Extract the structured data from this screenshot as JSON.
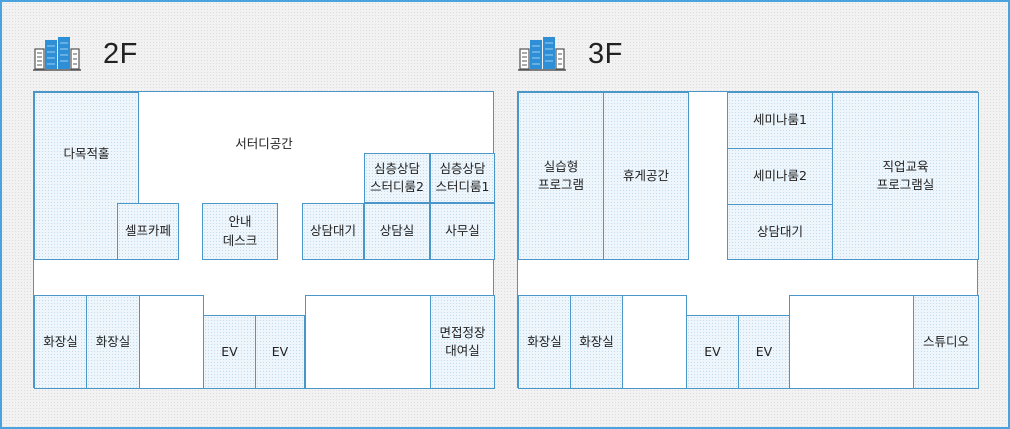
{
  "floors": [
    {
      "title": "2F",
      "icon": "building-icon",
      "rooms": {
        "damok": "다목적홀",
        "study_space": "서터디공간",
        "self_cafe": "셀프카페",
        "info_desk": "안내\n데스크",
        "waiting": "상담대기",
        "deep_room2": "심층상담\n스터디룸2",
        "deep_room1": "심층상담\n스터디룸1",
        "consult": "상담실",
        "office": "사무실",
        "restroom_a": "화장실",
        "restroom_b": "화장실",
        "ev1": "EV",
        "ev2": "EV",
        "suit_rental": "면접정장\n대여실"
      }
    },
    {
      "title": "3F",
      "icon": "building-icon",
      "rooms": {
        "practice": "실습형\n프로그램",
        "lounge": "휴게공간",
        "seminar1": "세미나룸1",
        "seminar2": "세미나룸2",
        "waiting": "상담대기",
        "vocational": "직업교육\n프로그램실",
        "restroom_a": "화장실",
        "restroom_b": "화장실",
        "ev1": "EV",
        "ev2": "EV",
        "studio": "스튜디오"
      }
    }
  ],
  "colors": {
    "frame_border": "#4aa3df",
    "room_border": "#4a96c8",
    "room_fill": "#eef6fc",
    "icon_blue": "#2f8fd6"
  }
}
